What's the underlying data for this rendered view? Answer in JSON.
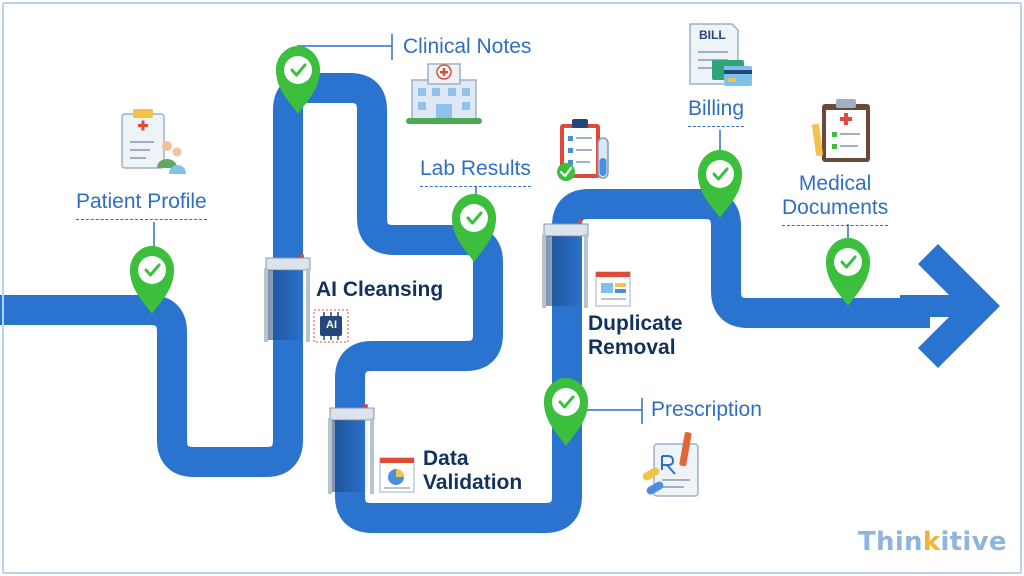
{
  "colors": {
    "road": "#2a74cf",
    "pin": "#3cbf3c",
    "label": "#2f6fc2",
    "stage_text": "#12325e",
    "brand": "#8fb4de",
    "brand_accent": "#f2b233"
  },
  "milestones": [
    {
      "label": "Patient Profile",
      "icon": "patient-clipboard-icon"
    },
    {
      "label": "Clinical Notes",
      "icon": "hospital-icon"
    },
    {
      "label": "Lab Results",
      "icon": "lab-clipboard-icon"
    },
    {
      "label": "Prescription",
      "icon": "prescription-icon"
    },
    {
      "label": "Billing",
      "icon": "bill-icon"
    },
    {
      "label": "Medical Documents",
      "label_lines": [
        "Medical",
        "Documents"
      ],
      "icon": "medical-document-icon"
    }
  ],
  "stages": [
    {
      "lines": [
        "AI Cleansing"
      ],
      "icon": "ai-chip-icon"
    },
    {
      "lines": [
        "Data",
        "Validation"
      ],
      "icon": "chart-window-icon"
    },
    {
      "lines": [
        "Duplicate",
        "Removal"
      ],
      "icon": "duplicate-window-icon"
    }
  ],
  "icons": {
    "pin": "check-pin-icon",
    "gate": "scanner-gate-icon",
    "arrow": "arrowhead-icon"
  },
  "bill_text": "BILL",
  "brand": {
    "prefix": "Thin",
    "dot_letter": "k",
    "suffix": "itive"
  }
}
